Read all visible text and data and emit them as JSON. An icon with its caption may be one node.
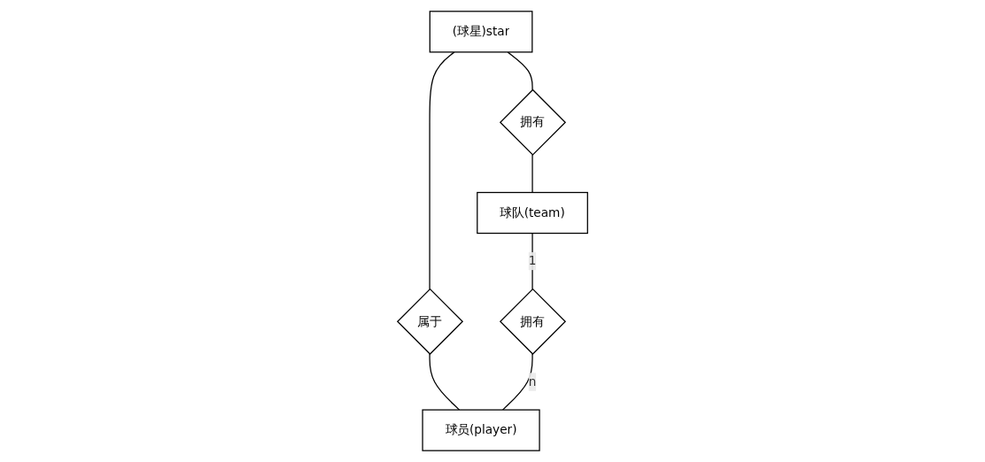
{
  "diagram": {
    "nodes": [
      {
        "text": [
          "(球星)star"
        ]
      },
      {
        "text": [
          "拥有"
        ]
      },
      {
        "text": [
          "属于"
        ]
      },
      {
        "text": [
          "球队(team)"
        ]
      },
      {
        "text": [
          "拥有"
        ]
      },
      {
        "text": [
          "球员(player)"
        ]
      }
    ],
    "edges": [
      {
        "from": 0,
        "to": 1,
        "arrow": "none"
      },
      {
        "from": 1,
        "to": 3,
        "arrow": "none"
      },
      {
        "from": 0,
        "to": 2,
        "arrow": "none"
      },
      {
        "from": 2,
        "to": 5,
        "arrow": "none"
      },
      {
        "from": 3,
        "to": 4,
        "arrow": "none",
        "label": "1"
      },
      {
        "from": 4,
        "to": 5,
        "arrow": "none",
        "label": "n"
      }
    ]
  }
}
